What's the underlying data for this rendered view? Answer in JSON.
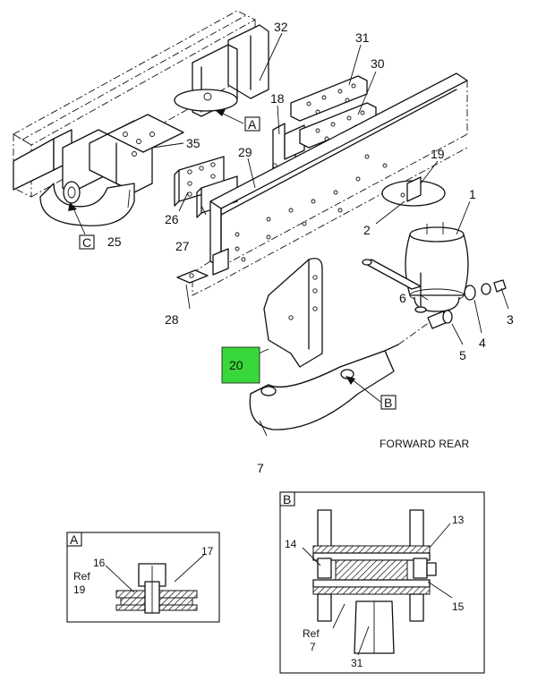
{
  "main_diagram": {
    "callouts": {
      "c1": "1",
      "c2": "2",
      "c3": "3",
      "c4": "4",
      "c5": "5",
      "c6": "6",
      "c7": "7",
      "c18": "18",
      "c19": "19",
      "c20": "20",
      "c25": "25",
      "c26": "26",
      "c27": "27",
      "c28": "28",
      "c29": "29",
      "c30": "30",
      "c31": "31",
      "c32": "32",
      "c35": "35"
    },
    "view_refs": {
      "a": "A",
      "b": "B",
      "c": "C"
    },
    "orientation_label": "FORWARD REAR",
    "highlight_color": "#39d83a"
  },
  "detail_a": {
    "title": "A",
    "callouts": {
      "c16": "16",
      "c17": "17",
      "ref": "Ref",
      "ref_num": "19"
    }
  },
  "detail_b": {
    "title": "B",
    "callouts": {
      "c13": "13",
      "c14": "14",
      "c15": "15",
      "ref": "Ref",
      "ref_num": "7",
      "c31": "31"
    }
  }
}
